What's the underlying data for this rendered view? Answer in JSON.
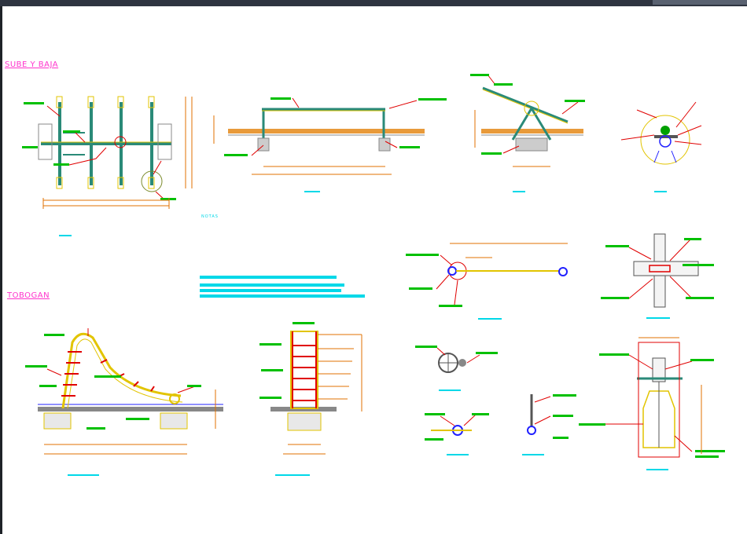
{
  "drawing": {
    "sections": [
      {
        "title": "SUBE Y BAJA"
      },
      {
        "title": "TOBOGAN"
      }
    ],
    "notes_label": "NOTAS",
    "colors": {
      "background": "#ffffff",
      "section_title": "#ff33cc",
      "structure": "#e2c400",
      "dimension": "#e07000",
      "leader": "#e00000",
      "callout": "#00c000",
      "caption": "#00d8e8",
      "ground": "#e89a3a",
      "tube": "#2a8a78",
      "pipe_blue": "#2020ff",
      "slide_red": "#ff2020"
    },
    "views": [
      {
        "name": "plan"
      },
      {
        "name": "frontal"
      },
      {
        "name": "lateral"
      },
      {
        "name": "detalle-a"
      },
      {
        "name": "detalle-b"
      },
      {
        "name": "detalle-c"
      },
      {
        "name": "detalle-d"
      },
      {
        "name": "detalle-e"
      },
      {
        "name": "detalle-f"
      },
      {
        "name": "detalle-g"
      },
      {
        "name": "tobogan-lateral"
      },
      {
        "name": "tobogan-frontal"
      }
    ]
  }
}
